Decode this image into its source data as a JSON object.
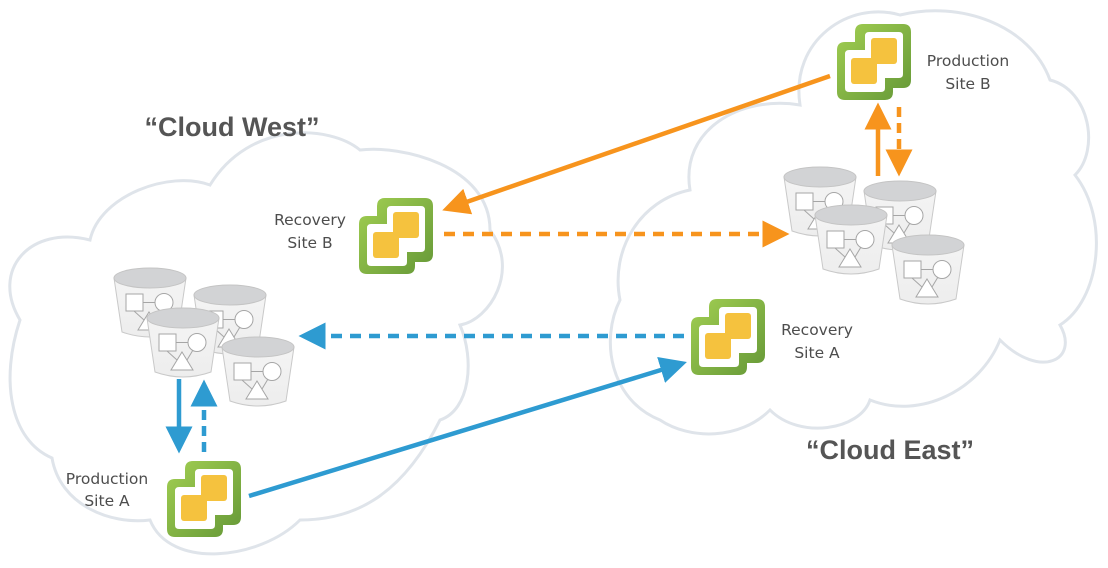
{
  "clouds": {
    "west": {
      "title": "“Cloud West”"
    },
    "east": {
      "title": "“Cloud East”"
    }
  },
  "sites": {
    "production_b": {
      "line1": "Production",
      "line2": "Site B",
      "icon": "vsphere-logo-icon"
    },
    "recovery_b": {
      "line1": "Recovery",
      "line2": "Site B",
      "icon": "vsphere-logo-icon"
    },
    "recovery_a": {
      "line1": "Recovery",
      "line2": "Site A",
      "icon": "vsphere-logo-icon"
    },
    "production_a": {
      "line1": "Production",
      "line2": "Site A",
      "icon": "vsphere-logo-icon"
    }
  },
  "storage_groups": {
    "west": {
      "icon": "storage-bucket-icon",
      "count": 4
    },
    "east": {
      "icon": "storage-bucket-icon",
      "count": 4
    }
  },
  "connections": [
    {
      "from": "production_b",
      "to": "recovery_b",
      "style": "solid",
      "color": "orange"
    },
    {
      "from": "recovery_b",
      "to": "east_storage",
      "style": "dashed",
      "color": "orange"
    },
    {
      "from": "east_storage",
      "to": "production_b",
      "style": "solid",
      "color": "orange"
    },
    {
      "from": "production_b",
      "to": "east_storage",
      "style": "dashed",
      "color": "orange"
    },
    {
      "from": "production_a",
      "to": "recovery_a",
      "style": "solid",
      "color": "blue"
    },
    {
      "from": "recovery_a",
      "to": "west_storage",
      "style": "dashed",
      "color": "blue"
    },
    {
      "from": "west_storage",
      "to": "production_a",
      "style": "solid",
      "color": "blue"
    },
    {
      "from": "production_a",
      "to": "west_storage",
      "style": "dashed",
      "color": "blue"
    }
  ],
  "colors": {
    "orange": "#f7941d",
    "blue": "#2e9bd1",
    "cloud_outline": "#dfe4ea",
    "icon_green_light": "#9ccb4f",
    "icon_green_dark": "#6a9b3a",
    "icon_yellow": "#f5c23e",
    "title_gray": "#555555",
    "label_gray": "#4d4d4d"
  }
}
